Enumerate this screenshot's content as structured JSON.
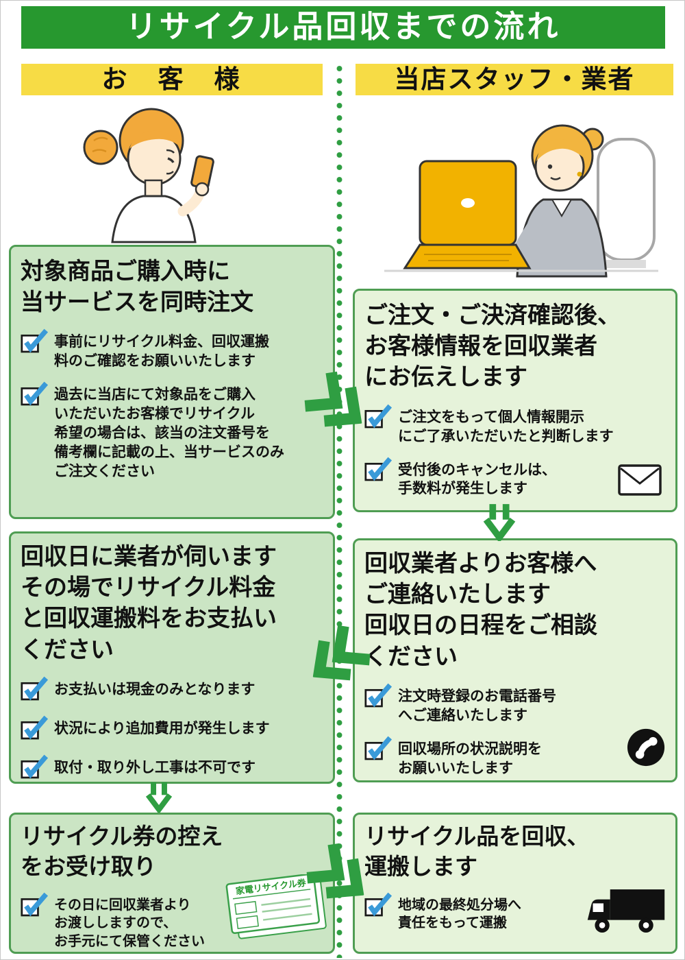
{
  "page": {
    "title": "リサイクル品回収までの流れ"
  },
  "headers": {
    "customer": "お　客　様",
    "staff": "当店スタッフ・業者"
  },
  "customer_column": {
    "step1": {
      "title": "対象商品ご購入時に\n当サービスを同時注文",
      "items": [
        "事前にリサイクル料金、回収運搬\n料のご確認をお願いいたします",
        "過去に当店にて対象品をご購入\nいただいたお客様でリサイクル\n希望の場合は、該当の注文番号を\n備考欄に記載の上、当サービスのみ\nご注文ください"
      ]
    },
    "step2": {
      "title": "回収日に業者が伺います\nその場でリサイクル料金\nと回収運搬料をお支払い\nください",
      "items": [
        "お支払いは現金のみとなります",
        "状況により追加費用が発生します",
        "取付・取り外し工事は不可です"
      ]
    },
    "step3": {
      "title": "リサイクル券の控え\nをお受け取り",
      "items": [
        "その日に回収業者より\nお渡ししますので、\nお手元にて保管ください"
      ],
      "ticket_label": "家電リサイクル券"
    }
  },
  "staff_column": {
    "step1": {
      "title": "ご注文・ご決済確認後、\nお客様情報を回収業者\nにお伝えします",
      "items": [
        "ご注文をもって個人情報開示\nにご了承いただいたと判断します",
        "受付後のキャンセルは、\n手数料が発生します"
      ]
    },
    "step2": {
      "title": "回収業者よりお客様へ\nご連絡いたします\n回収日の日程をご相談\nください",
      "items": [
        "注文時登録のお電話番号\nへご連絡いたします",
        "回収場所の状況説明を\nお願いいたします"
      ]
    },
    "step3": {
      "title": "リサイクル品を回収、\n運搬します",
      "items": [
        "地域の最終処分場へ\n責任をもって運搬"
      ]
    }
  },
  "colors": {
    "banner_green": "#27982f",
    "header_yellow": "#f7dc45",
    "customer_box_green": "#cbe5c4",
    "staff_box_green": "#e6f3da",
    "box_border_green": "#4f9d53",
    "arrow_green": "#2f9e42",
    "check_blue": "#3a9ad8"
  },
  "icons": {
    "checkbox": "white box with blue checkmark",
    "envelope": "mail envelope",
    "phone": "telephone handset in black circle",
    "truck": "collection truck",
    "ticket": "appliance recycle ticket",
    "flow_arrow": "green double chevron"
  }
}
